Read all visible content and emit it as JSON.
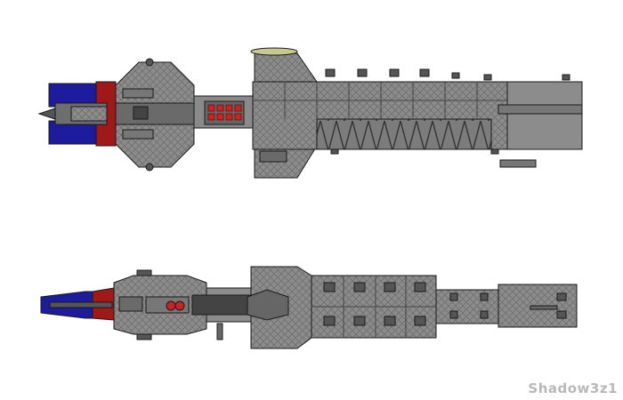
{
  "signature": "Shadow3z1",
  "colors": {
    "hull": "#8a8a8a",
    "hull_light": "#9a9a9a",
    "hull_dark": "#5a5a5a",
    "outline": "#1a1a1a",
    "engine_blue": "#1c1c9c",
    "engine_red": "#a01818",
    "sensor_red": "#cc2222",
    "dish_yellow": "#c8c890",
    "background": "#ffffff"
  },
  "icons": {
    "top_view": "ship-top-view",
    "side_view": "ship-side-view"
  }
}
